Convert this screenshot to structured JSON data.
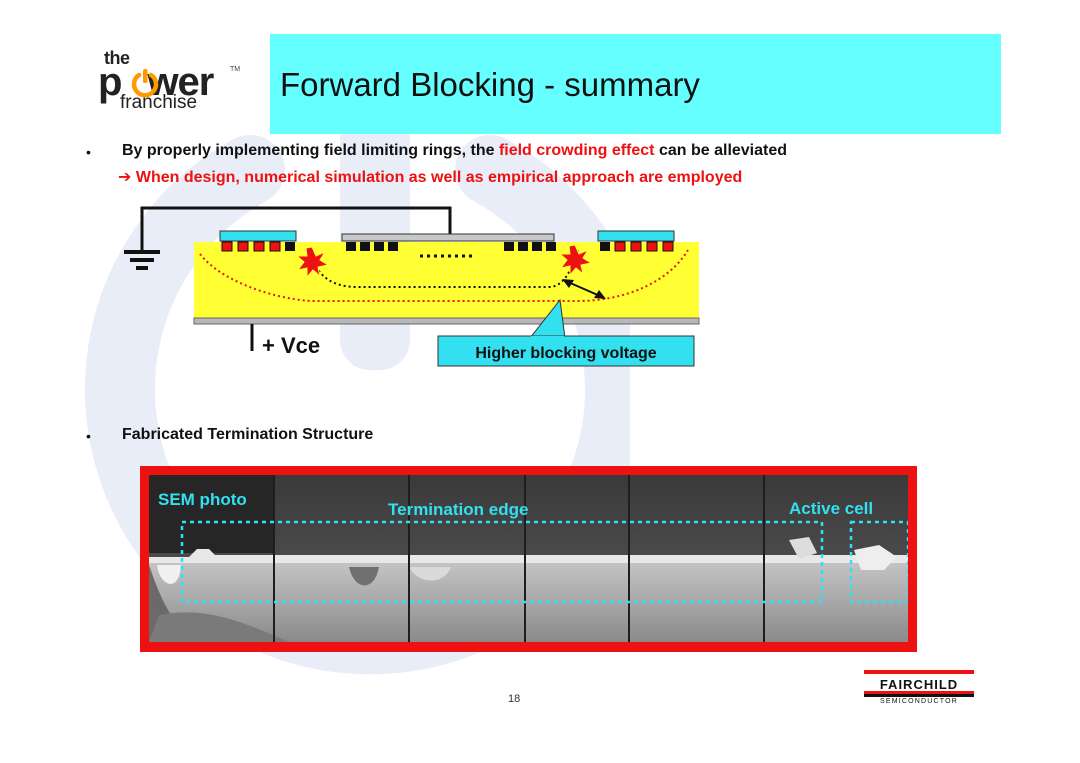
{
  "logo": {
    "line1": "the",
    "line2a": "p",
    "line2b": "wer",
    "tm": "TM",
    "line3": "franchise"
  },
  "title": "Forward Blocking - summary",
  "bullets": [
    {
      "dot": "•",
      "text_pre": "By properly implementing field limiting rings, the ",
      "text_highlight": "field crowding effect",
      "text_post": " can be alleviated",
      "sub": "➔ When design, numerical simulation as well as empirical approach are employed"
    },
    {
      "dot": "•",
      "text": "Fabricated Termination Structure"
    }
  ],
  "diagram": {
    "vce_label": "+ Vce",
    "callout_label": "Higher blocking voltage",
    "dots_label": "........"
  },
  "sem": {
    "photo_label": "SEM photo",
    "termination_label": "Termination edge",
    "active_label": "Active cell"
  },
  "page_number": "18",
  "fairchild": {
    "name": "FAIRCHILD",
    "sub": "SEMICONDUCTOR"
  },
  "colors": {
    "title_bar": "#66FFFF",
    "accent_red": "#EE1111",
    "device_yellow": "#FFFF33",
    "label_cyan": "#33E0F0"
  }
}
